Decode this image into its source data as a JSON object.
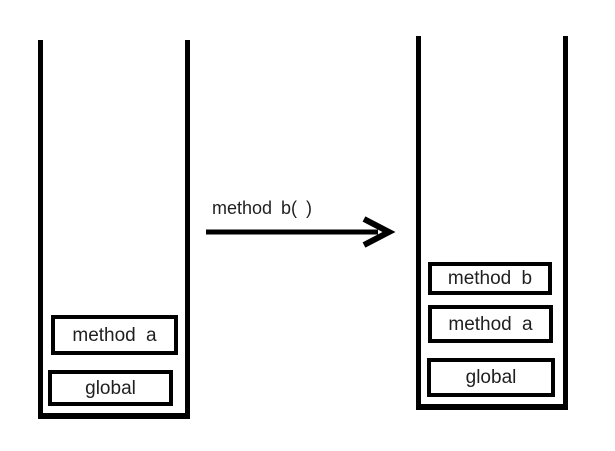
{
  "colors": {
    "ink": "#000000",
    "text": "#1f1f1f",
    "background": "#ffffff"
  },
  "arrow": {
    "label": "method b( )"
  },
  "left_stack": {
    "frames": [
      "method a",
      "global"
    ]
  },
  "right_stack": {
    "frames": [
      "method b",
      "method a",
      "global"
    ]
  }
}
